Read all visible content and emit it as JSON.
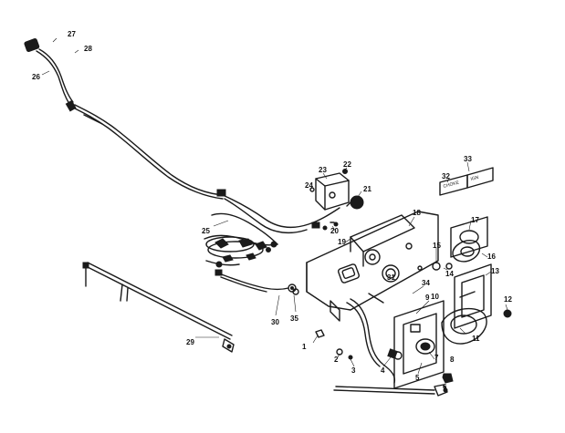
{
  "diagram": {
    "callouts": {
      "c1": "1",
      "c2": "2",
      "c3": "3",
      "c4": "4",
      "c5": "5",
      "c6": "6",
      "c7": "7",
      "c8": "8",
      "c9": "9",
      "c10": "10",
      "c11": "11",
      "c12": "12",
      "c13": "13",
      "c14": "14",
      "c15": "15",
      "c16": "16",
      "c17": "17",
      "c18": "18",
      "c19": "19",
      "c20": "20",
      "c21": "21",
      "c22": "22",
      "c23": "23",
      "c24": "24",
      "c25": "25",
      "c26": "26",
      "c27": "27",
      "c28": "28",
      "c29": "29",
      "c30": "30",
      "c31": "31",
      "c32": "32",
      "c33": "33",
      "c34": "34",
      "c35": "35"
    }
  }
}
